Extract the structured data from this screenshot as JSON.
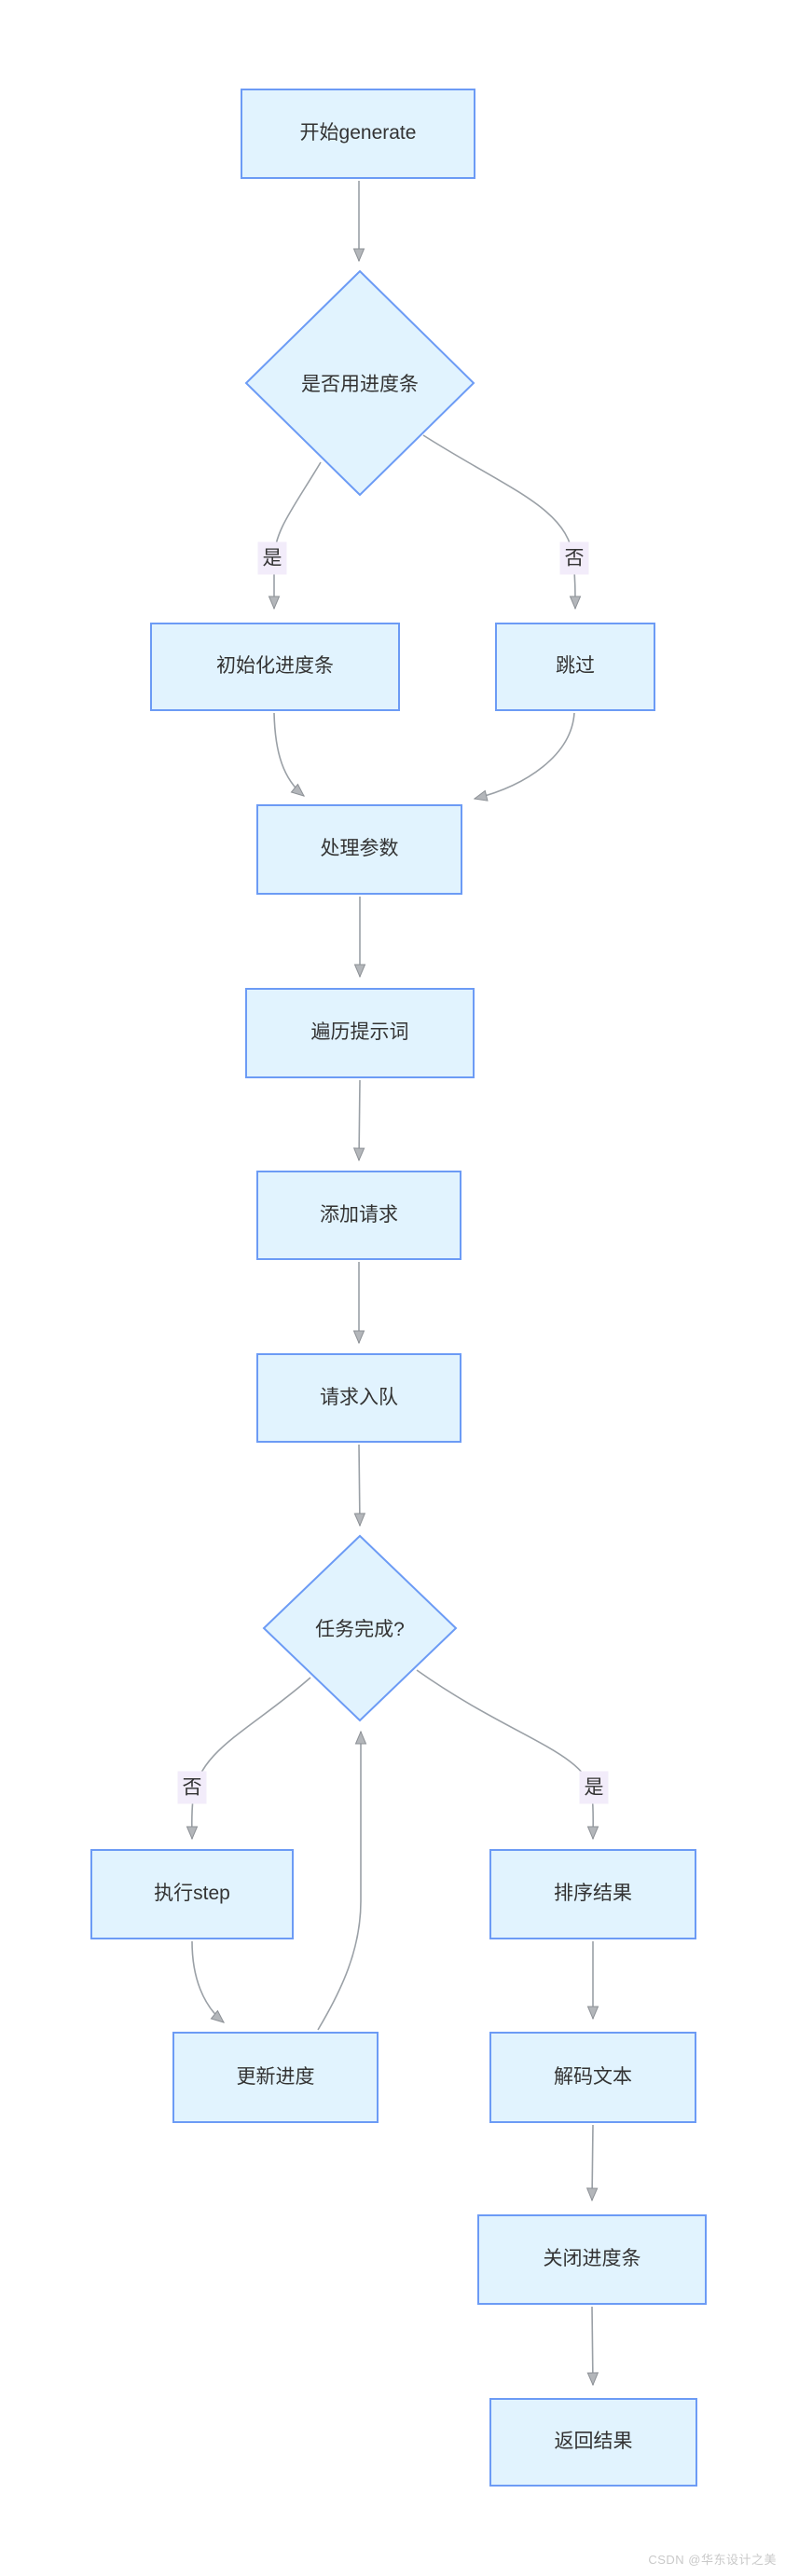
{
  "diagram_type": "flowchart-top-down",
  "colors": {
    "node_fill": "#e1f3fe",
    "node_border": "#6c9bf5",
    "edge": "#9aa0a6",
    "arrow_fill": "#b3b6ba",
    "arrow_stroke": "#8d9196",
    "text": "#333333",
    "label_bg": "#f2ecfa",
    "watermark": "#c9c9c9"
  },
  "nodes": {
    "start": {
      "label": "开始generate",
      "shape": "rect"
    },
    "use_progress": {
      "label": "是否用进度条",
      "shape": "diamond"
    },
    "init_progress": {
      "label": "初始化进度条",
      "shape": "rect"
    },
    "skip": {
      "label": "跳过",
      "shape": "rect"
    },
    "process_params": {
      "label": "处理参数",
      "shape": "rect"
    },
    "iterate_prompts": {
      "label": "遍历提示词",
      "shape": "rect"
    },
    "add_request": {
      "label": "添加请求",
      "shape": "rect"
    },
    "enqueue_request": {
      "label": "请求入队",
      "shape": "rect"
    },
    "task_done": {
      "label": "任务完成?",
      "shape": "diamond"
    },
    "run_step": {
      "label": "执行step",
      "shape": "rect"
    },
    "update_progress": {
      "label": "更新进度",
      "shape": "rect"
    },
    "sort_results": {
      "label": "排序结果",
      "shape": "rect"
    },
    "decode_text": {
      "label": "解码文本",
      "shape": "rect"
    },
    "close_progress": {
      "label": "关闭进度条",
      "shape": "rect"
    },
    "return_results": {
      "label": "返回结果",
      "shape": "rect"
    }
  },
  "edges": [
    {
      "from": "start",
      "to": "use_progress",
      "label": ""
    },
    {
      "from": "use_progress",
      "to": "init_progress",
      "label": "是"
    },
    {
      "from": "use_progress",
      "to": "skip",
      "label": "否"
    },
    {
      "from": "init_progress",
      "to": "process_params",
      "label": ""
    },
    {
      "from": "skip",
      "to": "process_params",
      "label": ""
    },
    {
      "from": "process_params",
      "to": "iterate_prompts",
      "label": ""
    },
    {
      "from": "iterate_prompts",
      "to": "add_request",
      "label": ""
    },
    {
      "from": "add_request",
      "to": "enqueue_request",
      "label": ""
    },
    {
      "from": "enqueue_request",
      "to": "task_done",
      "label": ""
    },
    {
      "from": "task_done",
      "to": "run_step",
      "label": "否"
    },
    {
      "from": "run_step",
      "to": "update_progress",
      "label": ""
    },
    {
      "from": "update_progress",
      "to": "task_done",
      "label": ""
    },
    {
      "from": "task_done",
      "to": "sort_results",
      "label": "是"
    },
    {
      "from": "sort_results",
      "to": "decode_text",
      "label": ""
    },
    {
      "from": "decode_text",
      "to": "close_progress",
      "label": ""
    },
    {
      "from": "close_progress",
      "to": "return_results",
      "label": ""
    }
  ],
  "watermark": {
    "text": "CSDN @华东设计之美"
  }
}
